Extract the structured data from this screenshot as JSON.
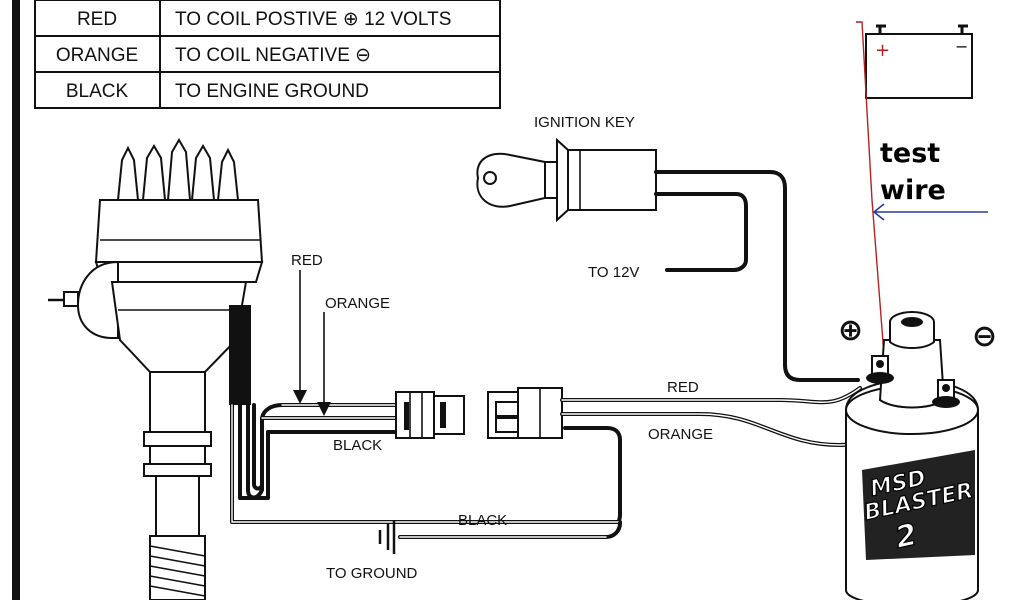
{
  "legend": {
    "rows": [
      {
        "color": "RED",
        "text": "TO COIL POSTIVE ⊕ 12 VOLTS"
      },
      {
        "color": "ORANGE",
        "text": "TO COIL NEGATIVE ⊖"
      },
      {
        "color": "BLACK",
        "text": "TO ENGINE GROUND"
      }
    ]
  },
  "labels": {
    "ignition_key": "IGNITION KEY",
    "to_12v": "TO 12V",
    "red_left": "RED",
    "orange_left": "ORANGE",
    "black_left": "BLACK",
    "red_right": "RED",
    "orange_right": "ORANGE",
    "black_bottom": "BLACK",
    "to_ground": "TO GROUND"
  },
  "battery": {
    "plus": "+",
    "minus": "−"
  },
  "coil": {
    "plus": "⊕",
    "minus": "⊖",
    "brand_line1": "MSD",
    "brand_line2": "BLASTER",
    "brand_line3": "2"
  },
  "annotation": {
    "line1": "test",
    "line2": "wire"
  },
  "colors": {
    "test_wire": "#b22222",
    "arrow": "#2a3a9a",
    "ink": "#111111"
  }
}
